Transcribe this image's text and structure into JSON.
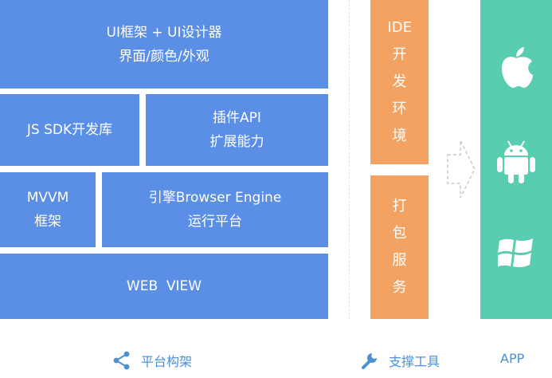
{
  "platform": {
    "ui_framework": {
      "line1": "UI框架 + UI设计器",
      "line2": "界面/颜色/外观"
    },
    "js_sdk": {
      "label": "JS SDK开发库"
    },
    "plugin_api": {
      "line1": "插件API",
      "line2": "扩展能力"
    },
    "mvvm": {
      "line1": "MVVM",
      "line2": "框架"
    },
    "engine": {
      "line1": "引擎Browser Engine",
      "line2": "运行平台"
    },
    "webview": {
      "label": "WEB  VIEW"
    }
  },
  "tools": {
    "ide": {
      "label": "IDE\n开\n发\n环\n境"
    },
    "pack": {
      "label": "打\n包\n服\n务"
    }
  },
  "app": {
    "icons": [
      "apple-icon",
      "android-icon",
      "windows-icon"
    ]
  },
  "legend": {
    "platform": "平台构架",
    "tools": "支撑工具",
    "app": "APP"
  },
  "colors": {
    "platform": "#5b8fe6",
    "tools": "#f4a261",
    "app": "#58cdb0",
    "legend_text": "#4b8fd6"
  }
}
